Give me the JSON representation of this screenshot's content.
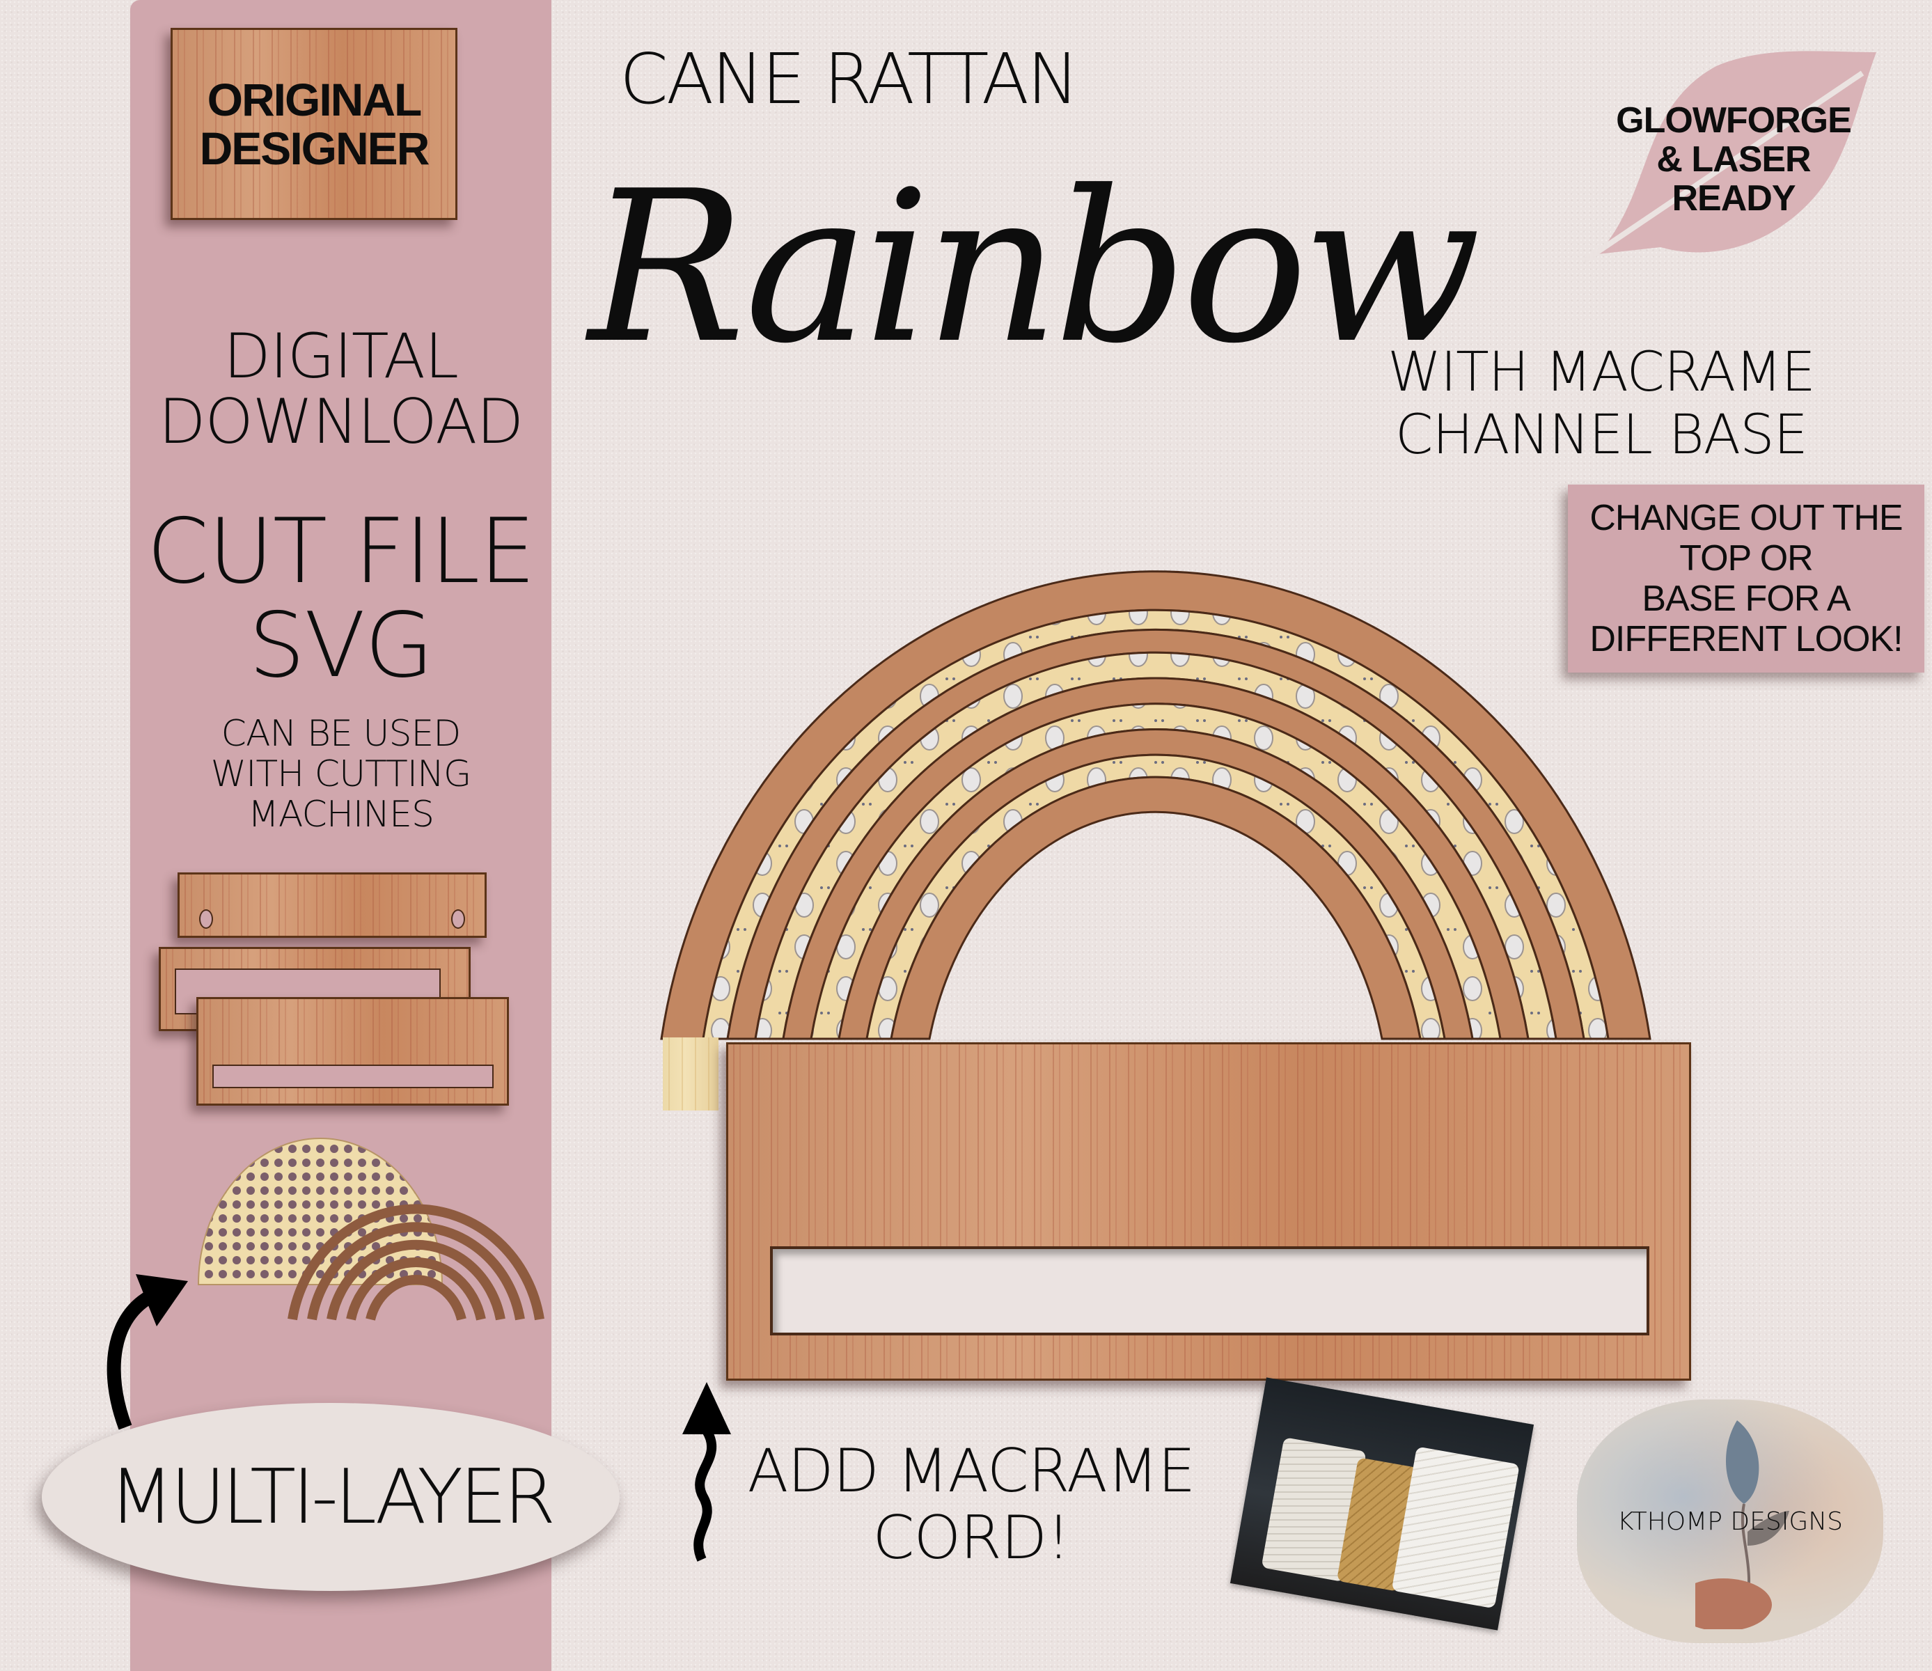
{
  "sidebar": {
    "badge": "ORIGINAL DESIGNER",
    "digital_line1": "DIGITAL",
    "digital_line2": "DOWNLOAD",
    "cutfile_line1": "CUT FILE",
    "cutfile_line2": "SVG",
    "machines_line1": "CAN BE USED",
    "machines_line2": "WITH CUTTING",
    "machines_line3": "MACHINES",
    "multi_layer": "MULTI-LAYER"
  },
  "header": {
    "subtitle": "CANE RATTAN",
    "title_script": "Rainbow",
    "tagline_line1": "WITH MACRAME",
    "tagline_line2": "CHANNEL BASE"
  },
  "badges": {
    "laser_line1": "GLOWFORGE",
    "laser_line2": "& LASER",
    "laser_line3": "READY",
    "change_line1": "CHANGE OUT THE",
    "change_line2": "TOP OR",
    "change_line3": "BASE FOR A",
    "change_line4": "DIFFERENT LOOK!"
  },
  "callout": {
    "line1": "ADD MACRAME",
    "line2": "CORD!"
  },
  "brand": {
    "name": "KTHOMP DESIGNS"
  },
  "colors": {
    "background": "#ebe3e1",
    "accent_pink": "#d0a7ad",
    "wood_dark": "#c98f6a",
    "wood_light": "#ecd9a8",
    "text": "#0d0d0d"
  }
}
